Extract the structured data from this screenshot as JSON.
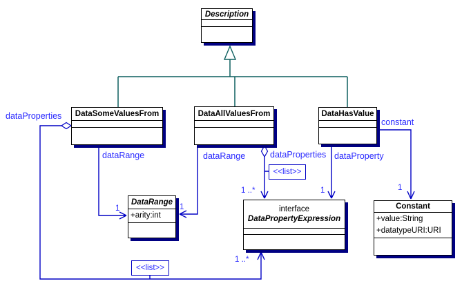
{
  "colors": {
    "assoc": "#0000c4",
    "label": "#2a2aff",
    "gen": "#0b5e5e",
    "shadow": "#000082",
    "border": "#000000",
    "bg": "#ffffff"
  },
  "classes": {
    "description": {
      "name": "Description"
    },
    "dataSomeValuesFrom": {
      "name": "DataSomeValuesFrom"
    },
    "dataAllValuesFrom": {
      "name": "DataAllValuesFrom"
    },
    "dataHasValue": {
      "name": "DataHasValue"
    },
    "dataRange": {
      "name": "DataRange",
      "attributes": [
        "+arity:int"
      ]
    },
    "dataPropertyExpression": {
      "keyword": "interface",
      "name": "DataPropertyExpression"
    },
    "constant": {
      "name": "Constant",
      "attributes": [
        "+value:String",
        "+datatypeURI:URI"
      ]
    }
  },
  "labels": {
    "dataPropertiesLeft": "dataProperties",
    "dataRangeSome": "dataRange",
    "dataRangeAll": "dataRange",
    "dataPropertiesAll": "dataProperties",
    "dataProperty": "dataProperty",
    "constant": "constant"
  },
  "stereotypes": {
    "listAll": "<<list>>",
    "listSome": "<<list>>"
  },
  "multiplicities": {
    "dataRangeSomeTarget": "1",
    "dataRangeAllTarget": "1",
    "dataPropertiesAllTarget": "1 ..*",
    "dataPropertyTarget": "1",
    "constantTarget": "1",
    "dataPropertiesSomeTarget": "1 ..*"
  }
}
